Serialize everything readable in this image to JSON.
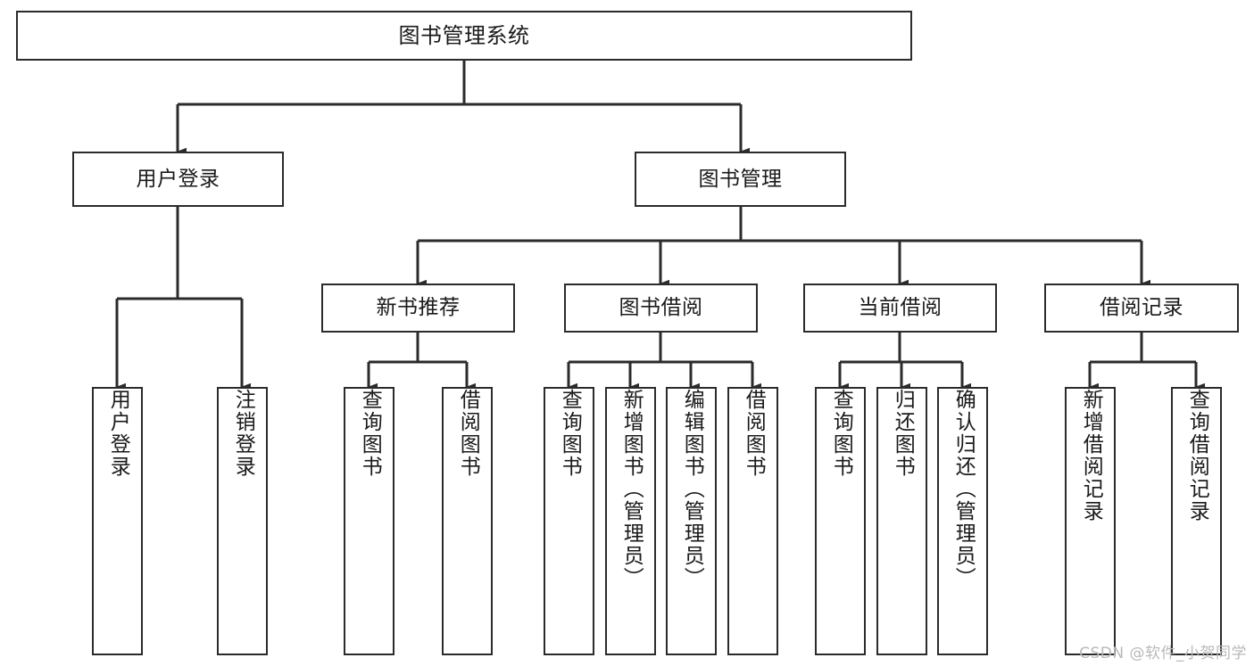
{
  "diagram": {
    "title": "图书管理系统",
    "type": "tree-hierarchy-diagram",
    "colors": {
      "stroke": "#2b2b2b",
      "fill": "#ffffff",
      "text": "#1a1a1a",
      "watermark": "#b9b9b9"
    },
    "watermark": "CSDN @软件_小贺同学",
    "root": {
      "label": "图书管理系统"
    },
    "level2": [
      {
        "label": "用户登录"
      },
      {
        "label": "图书管理"
      }
    ],
    "level3": [
      {
        "label": "新书推荐"
      },
      {
        "label": "图书借阅"
      },
      {
        "label": "当前借阅"
      },
      {
        "label": "借阅记录"
      }
    ],
    "leaves": {
      "user_login": [
        {
          "label": "用户登录"
        },
        {
          "label": "注销登录"
        }
      ],
      "new_book_recommend": [
        {
          "label": "查询图书"
        },
        {
          "label": "借阅图书"
        }
      ],
      "book_borrow": [
        {
          "label": "查询图书"
        },
        {
          "label": "新增图书（管理员）"
        },
        {
          "label": "编辑图书（管理员）"
        },
        {
          "label": "借阅图书"
        }
      ],
      "current_borrow": [
        {
          "label": "查询图书"
        },
        {
          "label": "归还图书"
        },
        {
          "label": "确认归还（管理员）"
        }
      ],
      "borrow_records": [
        {
          "label": "新增借阅记录"
        },
        {
          "label": "查询借阅记录"
        }
      ]
    }
  }
}
